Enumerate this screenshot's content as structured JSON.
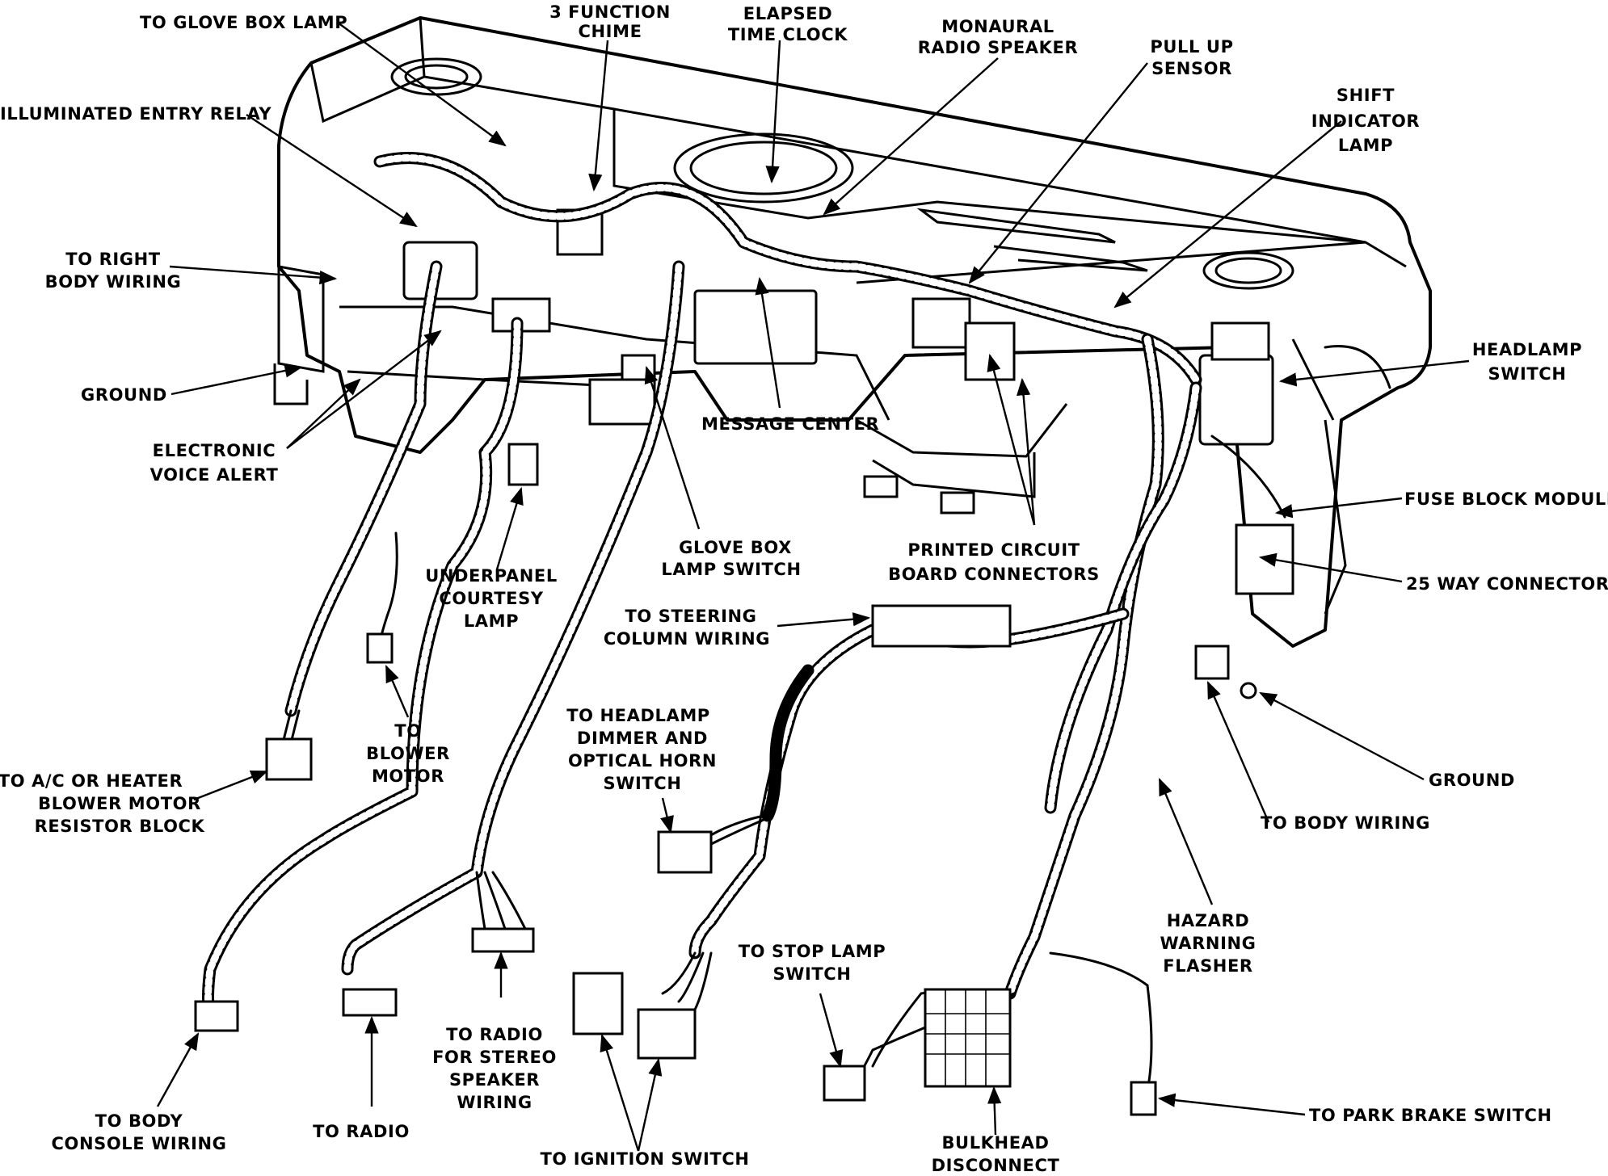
{
  "labels": {
    "glove_box_lamp": "TO GLOVE BOX LAMP",
    "chime_1": "3 FUNCTION",
    "chime_2": "CHIME",
    "elapsed_1": "ELAPSED",
    "elapsed_2": "TIME CLOCK",
    "monaural_1": "MONAURAL",
    "monaural_2": "RADIO SPEAKER",
    "pullup_1": "PULL UP",
    "pullup_2": "SENSOR",
    "shift_1": "SHIFT",
    "shift_2": "INDICATOR",
    "shift_3": "LAMP",
    "illuminated_entry": "ILLUMINATED ENTRY RELAY",
    "right_body_1": "TO RIGHT",
    "right_body_2": "BODY WIRING",
    "ground_left": "GROUND",
    "voice_1": "ELECTRONIC",
    "voice_2": "VOICE ALERT",
    "message_center": "MESSAGE CENTER",
    "headlamp_sw_1": "HEADLAMP",
    "headlamp_sw_2": "SWITCH",
    "fuse_block": "FUSE BLOCK MODULE",
    "way25": "25 WAY CONNECTOR",
    "glove_sw_1": "GLOVE BOX",
    "glove_sw_2": "LAMP SWITCH",
    "underpanel_1": "UNDERPANEL",
    "underpanel_2": "COURTESY",
    "underpanel_3": "LAMP",
    "pcb_1": "PRINTED CIRCUIT",
    "pcb_2": "BOARD CONNECTORS",
    "steering_1": "TO STEERING",
    "steering_2": "COLUMN WIRING",
    "blower_1": "TO",
    "blower_2": "BLOWER",
    "blower_3": "MOTOR",
    "dimmer_1": "TO HEADLAMP",
    "dimmer_2": "DIMMER AND",
    "dimmer_3": "OPTICAL HORN",
    "dimmer_4": "SWITCH",
    "ac_1": "TO A/C OR HEATER",
    "ac_2": "BLOWER MOTOR",
    "ac_3": "RESISTOR BLOCK",
    "ground_right": "GROUND",
    "body_wiring": "TO BODY WIRING",
    "hazard_1": "HAZARD",
    "hazard_2": "WARNING",
    "hazard_3": "FLASHER",
    "stop_lamp_1": "TO STOP LAMP",
    "stop_lamp_2": "SWITCH",
    "radio_stereo_1": "TO RADIO",
    "radio_stereo_2": "FOR STEREO",
    "radio_stereo_3": "SPEAKER",
    "radio_stereo_4": "WIRING",
    "console_1": "TO BODY",
    "console_2": "CONSOLE WIRING",
    "radio": "TO RADIO",
    "ignition": "TO IGNITION SWITCH",
    "bulkhead_1": "BULKHEAD",
    "bulkhead_2": "DISCONNECT",
    "park_brake": "TO PARK BRAKE SWITCH"
  }
}
